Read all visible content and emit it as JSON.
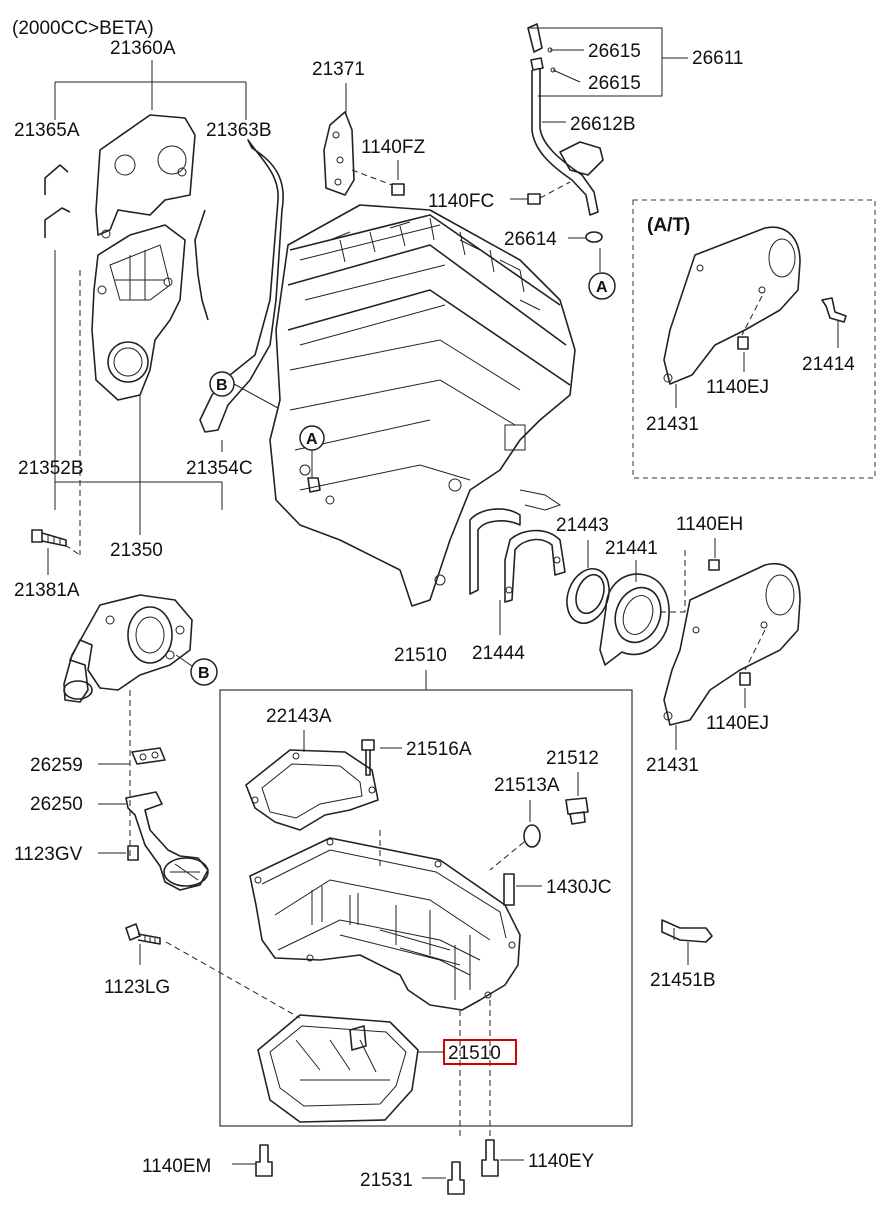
{
  "header": {
    "variant": "(2000CC>BETA)"
  },
  "at_box": {
    "title": "(A/T)"
  },
  "refs": {
    "a": "A",
    "b": "B"
  },
  "highlight_color": "#d40000",
  "labels": {
    "p21360A": "21360A",
    "p21365A": "21365A",
    "p21363B": "21363B",
    "p21371": "21371",
    "p1140FZ": "1140FZ",
    "p26615a": "26615",
    "p26615b": "26615",
    "p26611": "26611",
    "p26612B": "26612B",
    "p1140FC": "1140FC",
    "p26614": "26614",
    "p21414": "21414",
    "p1140EJ_at": "1140EJ",
    "p21431_at": "21431",
    "p21352B": "21352B",
    "p21354C": "21354C",
    "p21350": "21350",
    "p21381A": "21381A",
    "p21443": "21443",
    "p1140EH": "1140EH",
    "p21441": "21441",
    "p21510_top": "21510",
    "p21444": "21444",
    "p1140EJ": "1140EJ",
    "p21431": "21431",
    "p26259": "26259",
    "p26250": "26250",
    "p1123GV": "1123GV",
    "p22143A": "22143A",
    "p21516A": "21516A",
    "p21512": "21512",
    "p21513A": "21513A",
    "p1430JC": "1430JC",
    "p21451B": "21451B",
    "p1123LG": "1123LG",
    "p21510_hl": "21510",
    "p1140EM": "1140EM",
    "p21531": "21531",
    "p1140EY": "1140EY"
  }
}
